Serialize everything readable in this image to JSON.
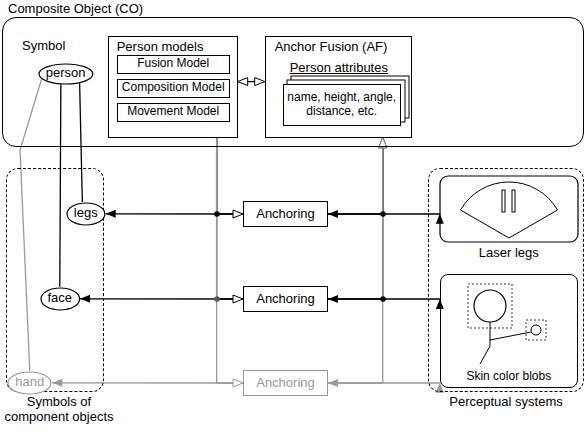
{
  "diagram": {
    "nodes": [
      {
        "text": [
          "Composite Object (CO)"
        ]
      },
      {
        "text": [
          "person"
        ],
        "in": 0
      },
      {
        "text": [
          "Person models"
        ],
        "in": 0
      },
      {
        "text": [
          "Fusion Model"
        ],
        "in": 2
      },
      {
        "text": [
          "Composition Model"
        ],
        "in": 2
      },
      {
        "text": [
          "Movement Model"
        ],
        "in": 2
      },
      {
        "text": [
          "Anchor Fusion (AF)",
          "Person attributes"
        ],
        "in": 0
      },
      {
        "text": [
          "name, height, angle, distance, etc."
        ],
        "in": 6
      },
      {
        "text": [
          "Symbols of component objects"
        ]
      },
      {
        "text": [
          "legs"
        ],
        "in": 8
      },
      {
        "text": [
          "face"
        ],
        "in": 8
      },
      {
        "text": [
          "hand"
        ],
        "in": 8
      },
      {
        "text": [
          "Anchoring"
        ]
      },
      {
        "text": [
          "Anchoring"
        ]
      },
      {
        "text": [
          "Anchoring"
        ]
      },
      {
        "text": [
          "Perceptual systems"
        ]
      },
      {
        "text": [
          "Laser legs"
        ],
        "in": 15
      },
      {
        "text": [
          "Skin color blobs"
        ],
        "in": 15
      }
    ],
    "edges": [
      {
        "from": 1,
        "to": 9,
        "arrow": "none"
      },
      {
        "from": 1,
        "to": 10,
        "arrow": "none"
      },
      {
        "from": 1,
        "to": 11,
        "arrow": "none"
      },
      {
        "from": 2,
        "to": 6,
        "arrow": "both"
      },
      {
        "from": 12,
        "to": 9,
        "arrow": "to"
      },
      {
        "from": 12,
        "to": 16,
        "arrow": "both"
      },
      {
        "from": 13,
        "to": 10,
        "arrow": "to"
      },
      {
        "from": 13,
        "to": 17,
        "arrow": "both"
      },
      {
        "from": 14,
        "to": 11,
        "arrow": "to"
      },
      {
        "from": 14,
        "to": 17,
        "arrow": "both"
      },
      {
        "from": 2,
        "to": 12,
        "arrow": "to"
      },
      {
        "from": 2,
        "to": 13,
        "arrow": "to"
      },
      {
        "from": 2,
        "to": 14,
        "arrow": "to"
      },
      {
        "from": 12,
        "to": 6,
        "arrow": "to"
      },
      {
        "from": 13,
        "to": 6,
        "arrow": "to"
      },
      {
        "from": 14,
        "to": 6,
        "arrow": "to"
      }
    ],
    "labels": [
      "Symbol"
    ]
  }
}
